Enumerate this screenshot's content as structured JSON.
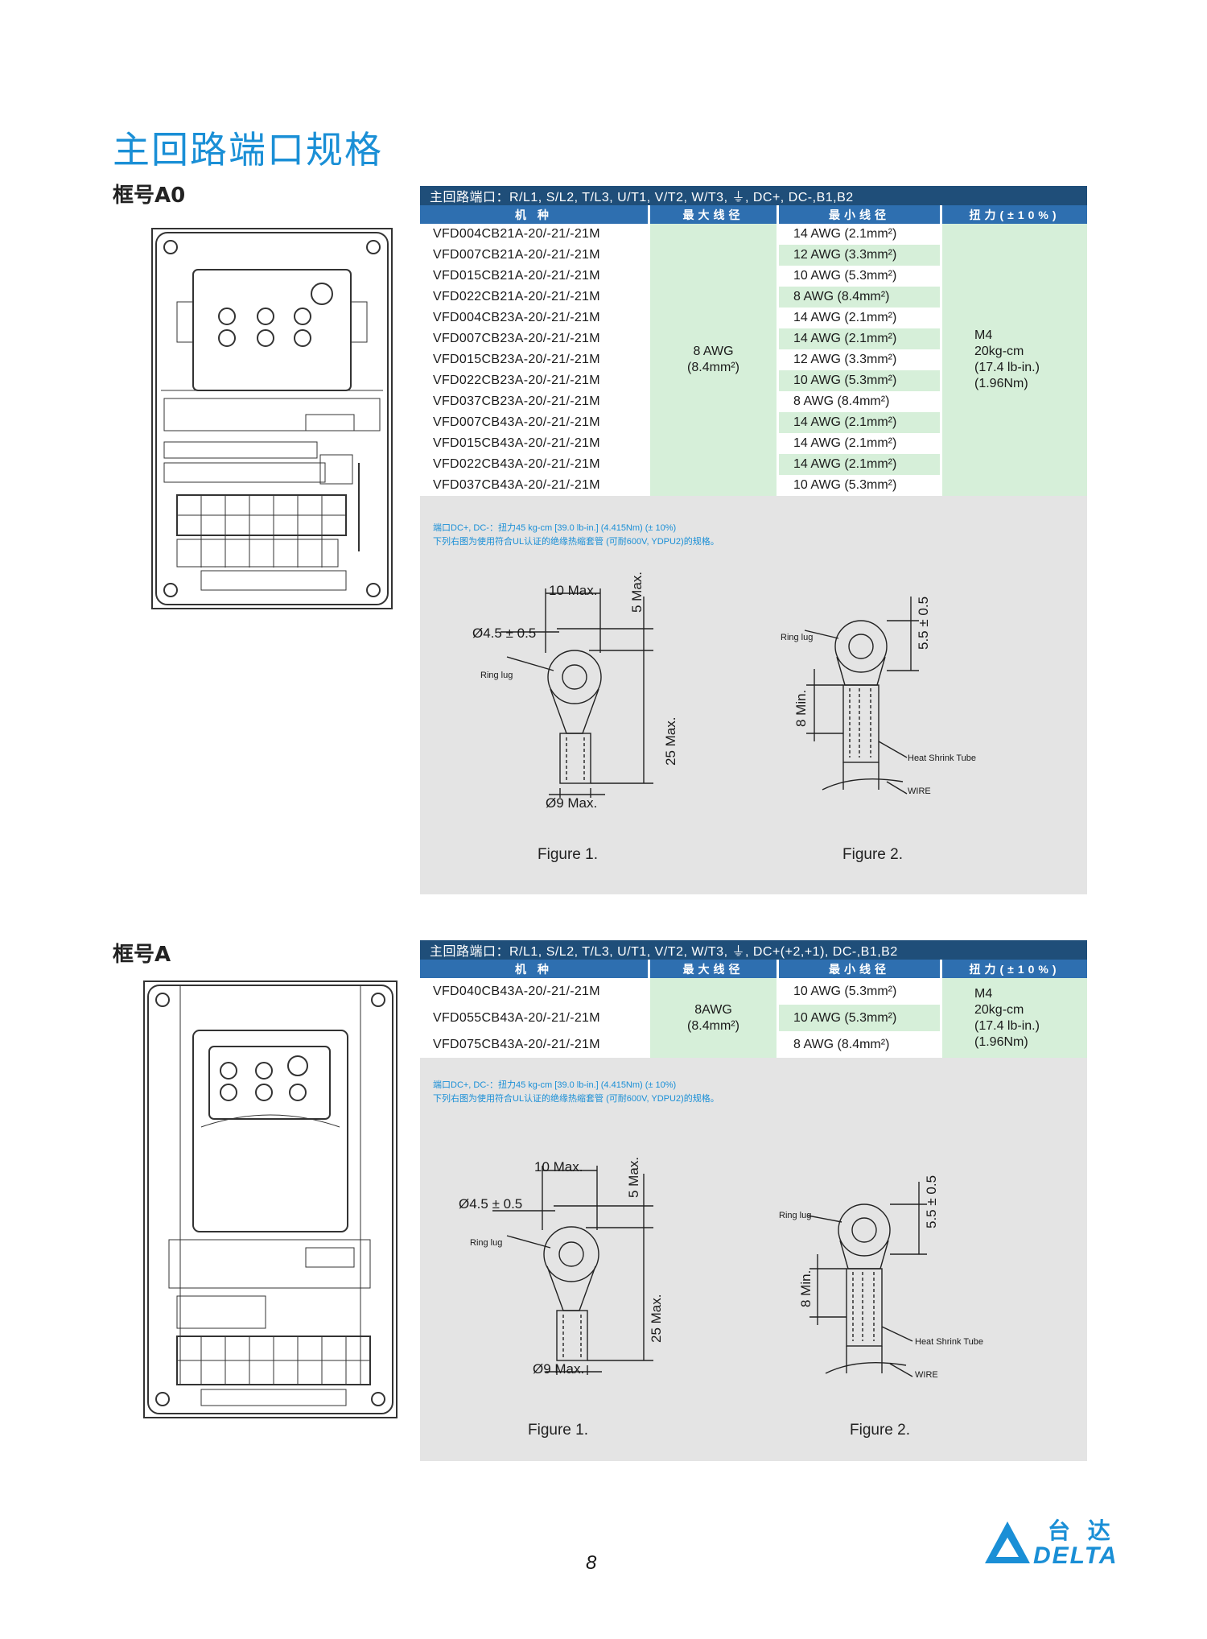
{
  "page_title": "主回路端口规格",
  "page_number": "8",
  "logo": {
    "cn": "台 达",
    "en": "DELTA"
  },
  "sections": [
    {
      "frame_label": "框号A0",
      "terminals": "主回路端口：R/L1, S/L2, T/L3, U/T1, V/T2, W/T3, ⏚, DC+, DC-,B1,B2",
      "col_model": "机 种",
      "col_max": "最大线径",
      "col_min": "最小线径",
      "col_torque": "扭力(±10%)",
      "rows": [
        {
          "model": "VFD004CB21A-20/-21/-21M",
          "min": "14 AWG (2.1mm²)"
        },
        {
          "model": "VFD007CB21A-20/-21/-21M",
          "min": "12 AWG (3.3mm²)"
        },
        {
          "model": "VFD015CB21A-20/-21/-21M",
          "min": "10 AWG (5.3mm²)"
        },
        {
          "model": "VFD022CB21A-20/-21/-21M",
          "min": "8 AWG (8.4mm²)"
        },
        {
          "model": "VFD004CB23A-20/-21/-21M",
          "min": "14 AWG (2.1mm²)"
        },
        {
          "model": "VFD007CB23A-20/-21/-21M",
          "min": "14 AWG (2.1mm²)"
        },
        {
          "model": "VFD015CB23A-20/-21/-21M",
          "min": "12 AWG (3.3mm²)"
        },
        {
          "model": "VFD022CB23A-20/-21/-21M",
          "min": "10 AWG (5.3mm²)"
        },
        {
          "model": "VFD037CB23A-20/-21/-21M",
          "min": "8 AWG (8.4mm²)"
        },
        {
          "model": "VFD007CB43A-20/-21/-21M",
          "min": "14 AWG (2.1mm²)"
        },
        {
          "model": "VFD015CB43A-20/-21/-21M",
          "min": "14 AWG (2.1mm²)"
        },
        {
          "model": "VFD022CB43A-20/-21/-21M",
          "min": "14 AWG (2.1mm²)"
        },
        {
          "model": "VFD037CB43A-20/-21/-21M",
          "min": "10 AWG (5.3mm²)"
        }
      ],
      "max_wire": [
        "8 AWG",
        "(8.4mm²)"
      ],
      "torque": [
        "M4",
        "20kg-cm",
        "(17.4 lb-in.)",
        "(1.96Nm)"
      ],
      "note1": "端口DC+, DC-：扭力45 kg-cm [39.0 lb-in.] (4.415Nm) (± 10%)",
      "note2": "下列右图为使用符合UL认证的绝缘热缩套管 (可耐600V, YDPU2)的规格。",
      "fig1": {
        "w10": "10 Max.",
        "d45": "Ø4.5 ± 0.5",
        "ring": "Ring lug",
        "m5": "5 Max.",
        "m25": "25 Max.",
        "d9": "Ø9 Max.",
        "caption": "Figure 1."
      },
      "fig2": {
        "ring": "Ring lug",
        "s55": "5.5 ± 0.5",
        "min8": "8 Min.",
        "tube": "Heat Shrink Tube",
        "wire": "WIRE",
        "caption": "Figure 2."
      }
    },
    {
      "frame_label": "框号A",
      "terminals": "主回路端口：R/L1, S/L2, T/L3, U/T1, V/T2, W/T3, ⏚, DC+(+2,+1), DC-,B1,B2",
      "col_model": "机 种",
      "col_max": "最大线径",
      "col_min": "最小线径",
      "col_torque": "扭力(±10%)",
      "rows": [
        {
          "model": "VFD040CB43A-20/-21/-21M",
          "min": "10 AWG (5.3mm²)"
        },
        {
          "model": "VFD055CB43A-20/-21/-21M",
          "min": "10 AWG (5.3mm²)"
        },
        {
          "model": "VFD075CB43A-20/-21/-21M",
          "min": "8 AWG (8.4mm²)"
        }
      ],
      "max_wire": [
        "8AWG",
        "(8.4mm²)"
      ],
      "torque": [
        "M4",
        "20kg-cm",
        "(17.4 lb-in.)",
        "(1.96Nm)"
      ],
      "note1": "端口DC+, DC-：扭力45 kg-cm [39.0 lb-in.] (4.415Nm) (± 10%)",
      "note2": "下列右图为使用符合UL认证的绝缘热缩套管 (可耐600V, YDPU2)的规格。",
      "fig1": {
        "w10": "10 Max.",
        "d45": "Ø4.5 ± 0.5",
        "ring": "Ring lug",
        "m5": "5 Max.",
        "m25": "25 Max.",
        "d9": "Ø9 Max.",
        "caption": "Figure 1."
      },
      "fig2": {
        "ring": "Ring lug",
        "s55": "5.5 ± 0.5",
        "min8": "8 Min.",
        "tube": "Heat Shrink Tube",
        "wire": "WIRE",
        "caption": "Figure 2."
      }
    }
  ]
}
